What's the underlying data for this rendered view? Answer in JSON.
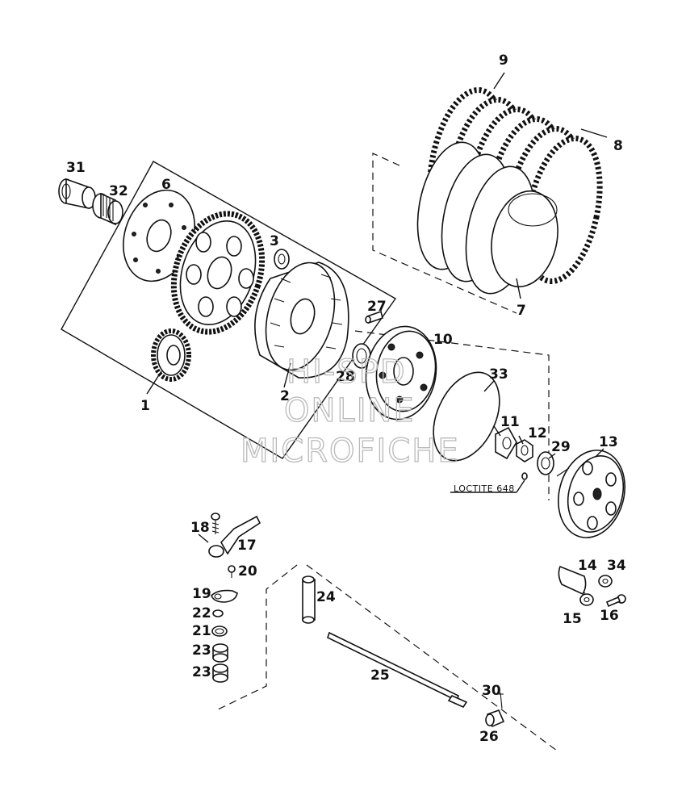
{
  "diagram": {
    "labels": [
      "1",
      "2",
      "3",
      "6",
      "7",
      "8",
      "9",
      "10",
      "11",
      "12",
      "13",
      "14",
      "15",
      "16",
      "17",
      "18",
      "19",
      "20",
      "21",
      "22",
      "23",
      "23",
      "24",
      "25",
      "26",
      "27",
      "28",
      "29",
      "30",
      "31",
      "32",
      "33",
      "34"
    ],
    "note": "LOCTITE 648",
    "watermark": {
      "line1": "HI-SPD",
      "line2": "ONLINE",
      "line3": "MICROFICHE"
    }
  }
}
